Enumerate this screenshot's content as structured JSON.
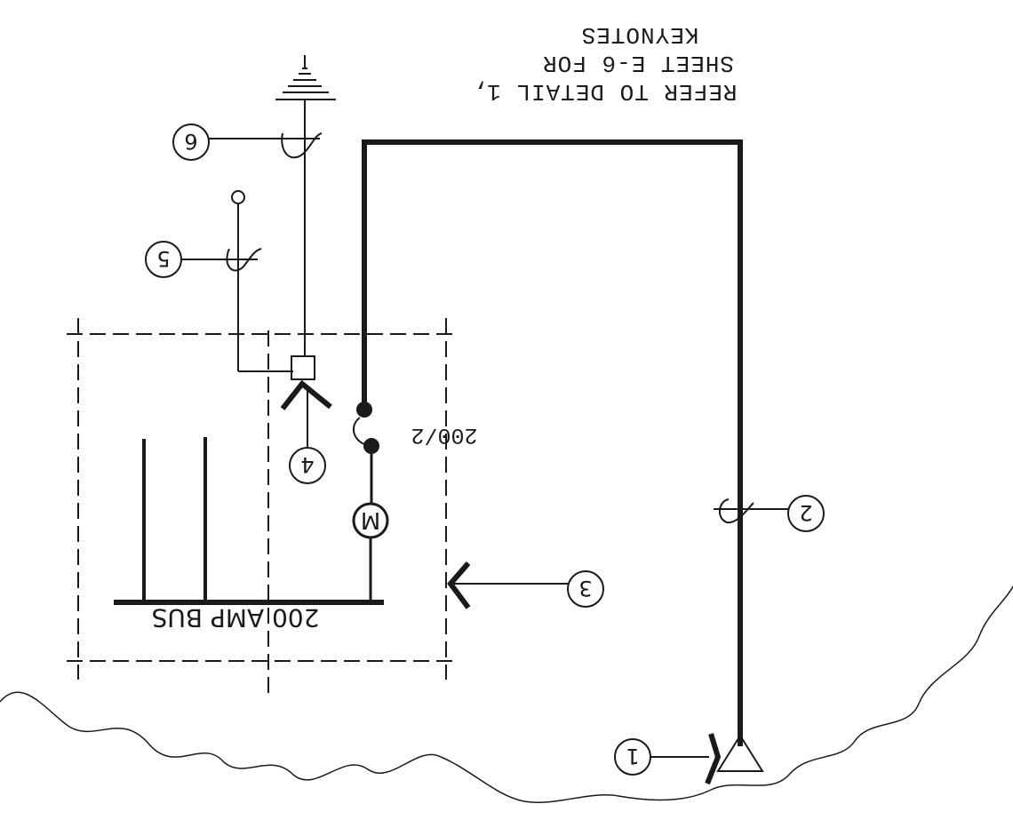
{
  "keynote_note": {
    "line1": "KEYNOTES",
    "line2": "SHEET E-6 FOR",
    "line3": "REFER TO DETAIL 1,"
  },
  "bus_label": "200 AMP BUS",
  "breaker_label": "200/2",
  "meter_label": "M",
  "callouts": [
    "1",
    "2",
    "3",
    "4",
    "5",
    "6"
  ]
}
